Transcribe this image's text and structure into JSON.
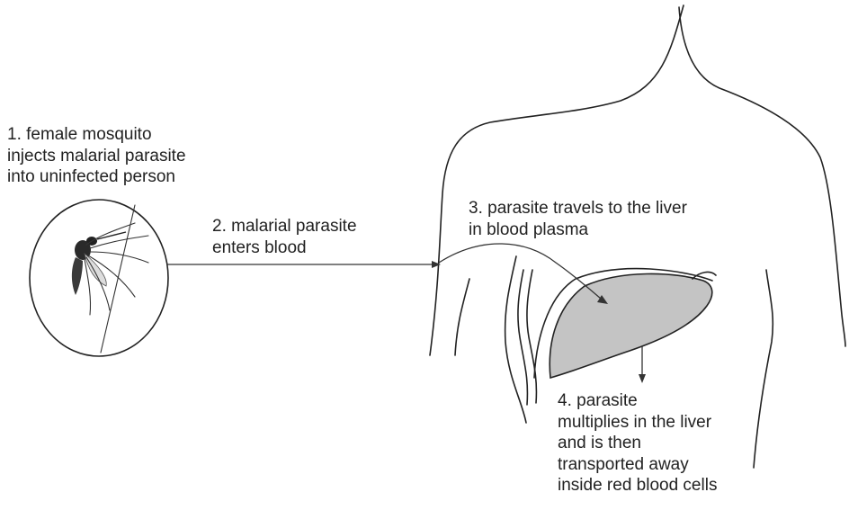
{
  "diagram": {
    "step1": {
      "lines": [
        "1. female mosquito",
        "injects malarial parasite",
        "into uninfected person"
      ]
    },
    "step2": {
      "lines": [
        "2. malarial parasite",
        "enters blood"
      ]
    },
    "step3": {
      "lines": [
        "3. parasite travels to the liver",
        "in blood plasma"
      ]
    },
    "step4": {
      "lines": [
        "4. parasite",
        "multiplies in the liver",
        "and is then",
        "transported away",
        "inside red blood cells"
      ]
    }
  },
  "colors": {
    "liver_fill": "#c4c4c4",
    "outline": "#222222",
    "text": "#222222"
  },
  "icons": {
    "mosquito": "mosquito-icon"
  }
}
